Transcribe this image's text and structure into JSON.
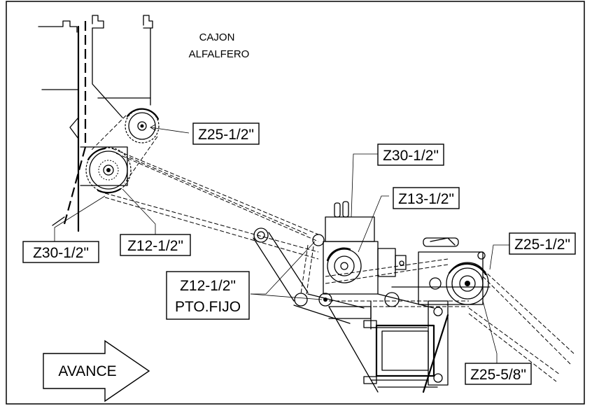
{
  "labels": {
    "cajon_line1": "CAJON",
    "cajon_line2": "ALFALFERO",
    "z25_top": "Z25-1/2\"",
    "z30_top": "Z30-1/2\"",
    "z13": "Z13-1/2\"",
    "z25_right": "Z25-1/2\"",
    "z30_left": "Z30-1/2\"",
    "z12_left": "Z12-1/2\"",
    "z12_fijo_line1": "Z12-1/2\"",
    "z12_fijo_line2": "PTO.FIJO",
    "z25_58": "Z25-5/8\"",
    "avance": "AVANCE"
  },
  "colors": {
    "ink": "#000000",
    "paper": "#ffffff"
  }
}
